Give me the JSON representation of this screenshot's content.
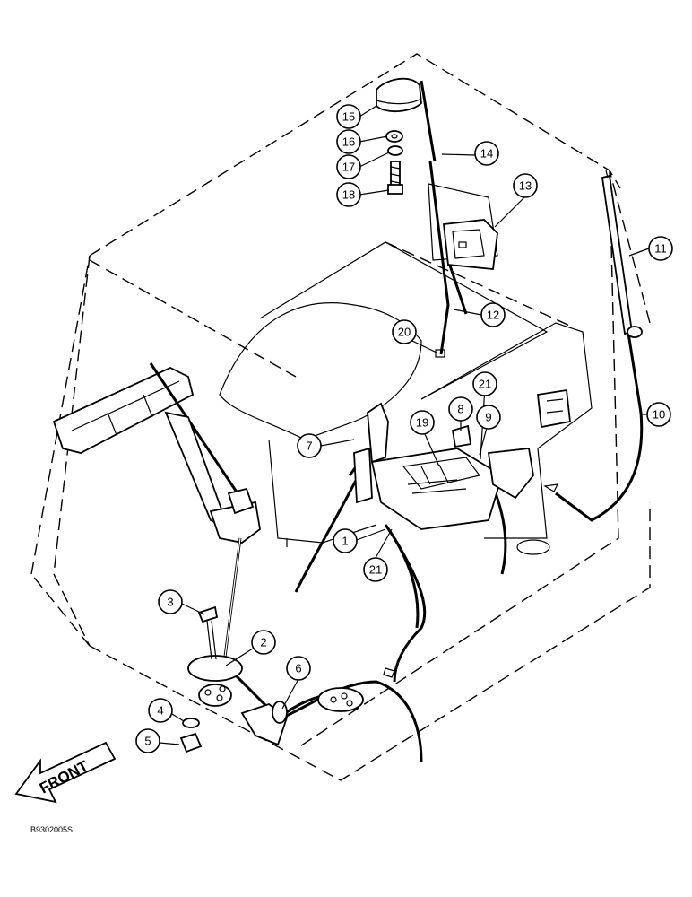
{
  "figure": {
    "reference_code": "B9302005S",
    "direction_label": "FRONT"
  },
  "callouts": [
    "1",
    "2",
    "3",
    "4",
    "5",
    "6",
    "7",
    "8",
    "9",
    "10",
    "11",
    "12",
    "13",
    "14",
    "15",
    "16",
    "17",
    "18",
    "19",
    "20",
    "21",
    "21"
  ]
}
